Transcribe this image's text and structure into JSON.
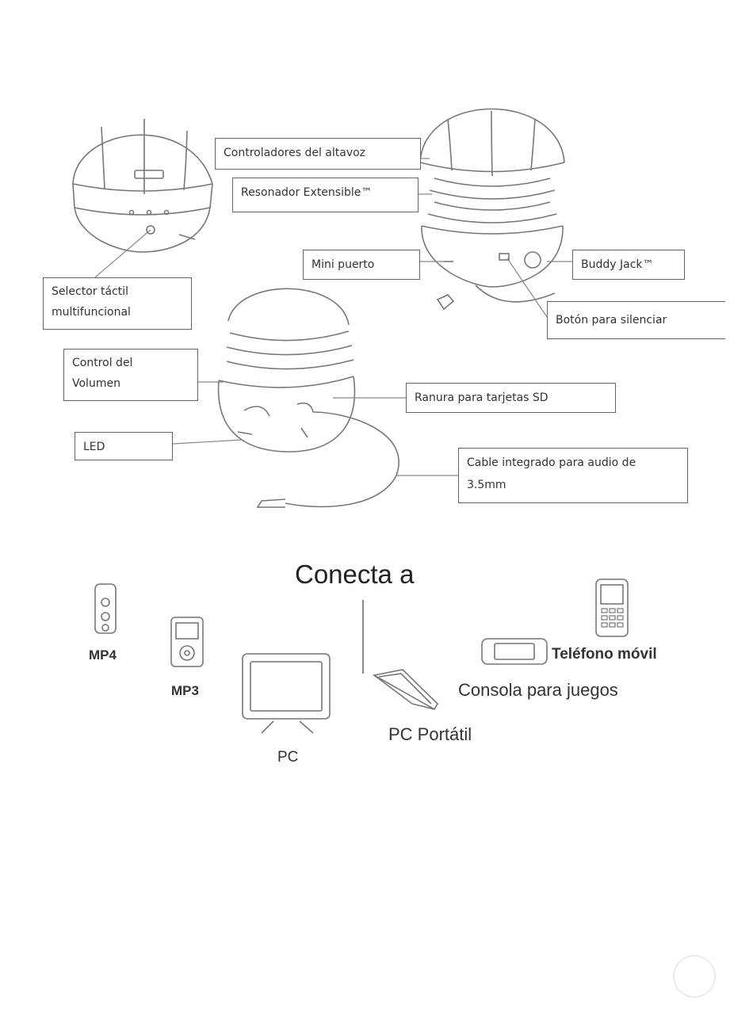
{
  "callouts": {
    "drivers": "Controladores del altavoz",
    "resonator": "Resonador Extensible™",
    "mini_port": "Mini puerto",
    "buddy_jack": "Buddy Jack™",
    "touch_selector_1": "Selector táctil",
    "touch_selector_2": "multifuncional",
    "mute_button": "Botón para silenciar",
    "volume_1": "Control del",
    "volume_2": "Volumen",
    "sd_slot": "Ranura para tarjetas SD",
    "led": "LED",
    "cable_1": "Cable integrado para audio de",
    "cable_2": "3.5mm"
  },
  "connect": {
    "title": "Conecta a",
    "devices": {
      "mp4": "MP4",
      "mp3": "MP3",
      "pc": "PC",
      "laptop": "PC Portátil",
      "console": "Consola para juegos",
      "phone": "Teléfono móvil"
    }
  }
}
